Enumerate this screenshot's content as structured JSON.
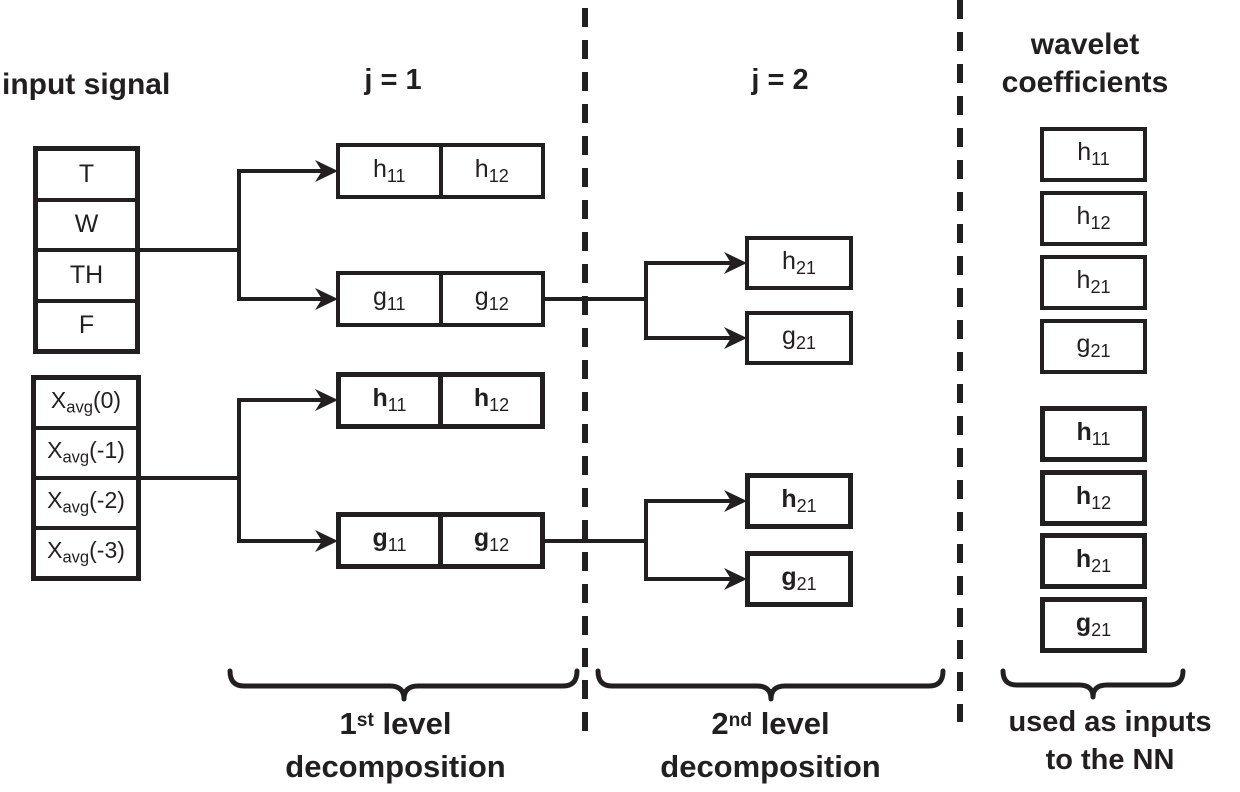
{
  "colors": {
    "ink": "#231f20",
    "background": "#ffffff"
  },
  "headers": {
    "input_signal": "input signal",
    "j1": "j = 1",
    "j2": "j = 2",
    "wavelet": "wavelet\ncoefficients"
  },
  "input_signal": {
    "daily": [
      "T",
      "W",
      "TH",
      "F"
    ],
    "averaged": [
      {
        "base": "X",
        "sub": "avg",
        "suffix": "(0)"
      },
      {
        "base": "X",
        "sub": "avg",
        "suffix": "(-1)"
      },
      {
        "base": "X",
        "sub": "avg",
        "suffix": "(-2)"
      },
      {
        "base": "X",
        "sub": "avg",
        "suffix": "(-3)"
      }
    ]
  },
  "level1": {
    "plain": {
      "h": [
        {
          "base": "h",
          "sub": "11"
        },
        {
          "base": "h",
          "sub": "12"
        }
      ],
      "g": [
        {
          "base": "g",
          "sub": "11"
        },
        {
          "base": "g",
          "sub": "12"
        }
      ]
    },
    "bold": {
      "h": [
        {
          "base": "h",
          "sub": "11"
        },
        {
          "base": "h",
          "sub": "12"
        }
      ],
      "g": [
        {
          "base": "g",
          "sub": "11"
        },
        {
          "base": "g",
          "sub": "12"
        }
      ]
    }
  },
  "level2": {
    "plain": {
      "h": {
        "base": "h",
        "sub": "21"
      },
      "g": {
        "base": "g",
        "sub": "21"
      }
    },
    "bold": {
      "h": {
        "base": "h",
        "sub": "21"
      },
      "g": {
        "base": "g",
        "sub": "21"
      }
    }
  },
  "coefficients": {
    "plain": [
      {
        "base": "h",
        "sub": "11"
      },
      {
        "base": "h",
        "sub": "12"
      },
      {
        "base": "h",
        "sub": "21"
      },
      {
        "base": "g",
        "sub": "21"
      }
    ],
    "bold": [
      {
        "base": "h",
        "sub": "11"
      },
      {
        "base": "h",
        "sub": "12"
      },
      {
        "base": "h",
        "sub": "21"
      },
      {
        "base": "g",
        "sub": "21"
      }
    ]
  },
  "captions": {
    "level1": {
      "num": "1",
      "sup": "st",
      "rest": " level",
      "line2": "decomposition"
    },
    "level2": {
      "num": "2",
      "sup": "nd",
      "rest": " level",
      "line2": "decomposition"
    },
    "nn": {
      "line1": "used as inputs",
      "line2": "to the NN"
    }
  }
}
